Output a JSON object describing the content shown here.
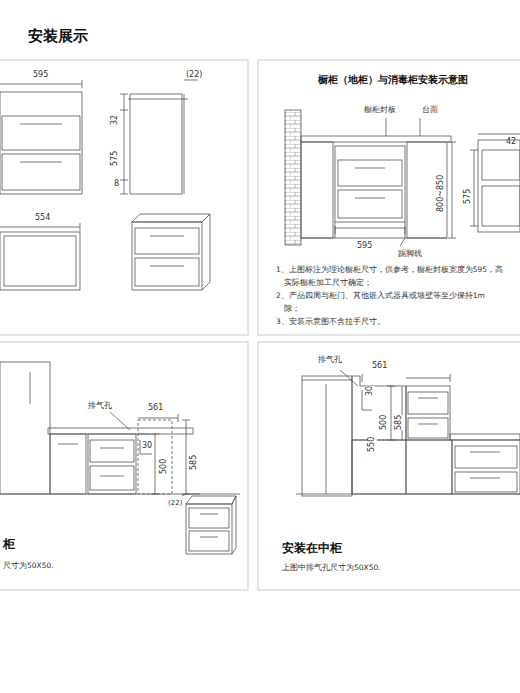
{
  "diagram": {
    "title": "安装展示",
    "labels": [
      "595",
      "32",
      "575",
      "8",
      "(22)",
      "554",
      "橱柜（地柜）与消毒柜安装示意图",
      "橱柜封板",
      "台面",
      "800~850",
      "575",
      "42",
      "595",
      "踢脚线",
      "1、上图标注为理论橱柜尺寸，供参考，橱柜封板宽度为595，高",
      "实际橱柜加工尺寸确定；",
      "2、产品四周与柜门、其他嵌入式器具或墙壁等至少保持1m",
      "隙；",
      "3、安装示意图不含拉手尺寸。",
      "排气孔",
      "561",
      "30",
      "500",
      "585",
      "(22)",
      "柜",
      "尺寸为50X50.",
      "排气孔",
      "561",
      "30",
      "500",
      "585",
      "550",
      "安装在中柜",
      "上图中排气孔尺寸为50X50."
    ]
  }
}
